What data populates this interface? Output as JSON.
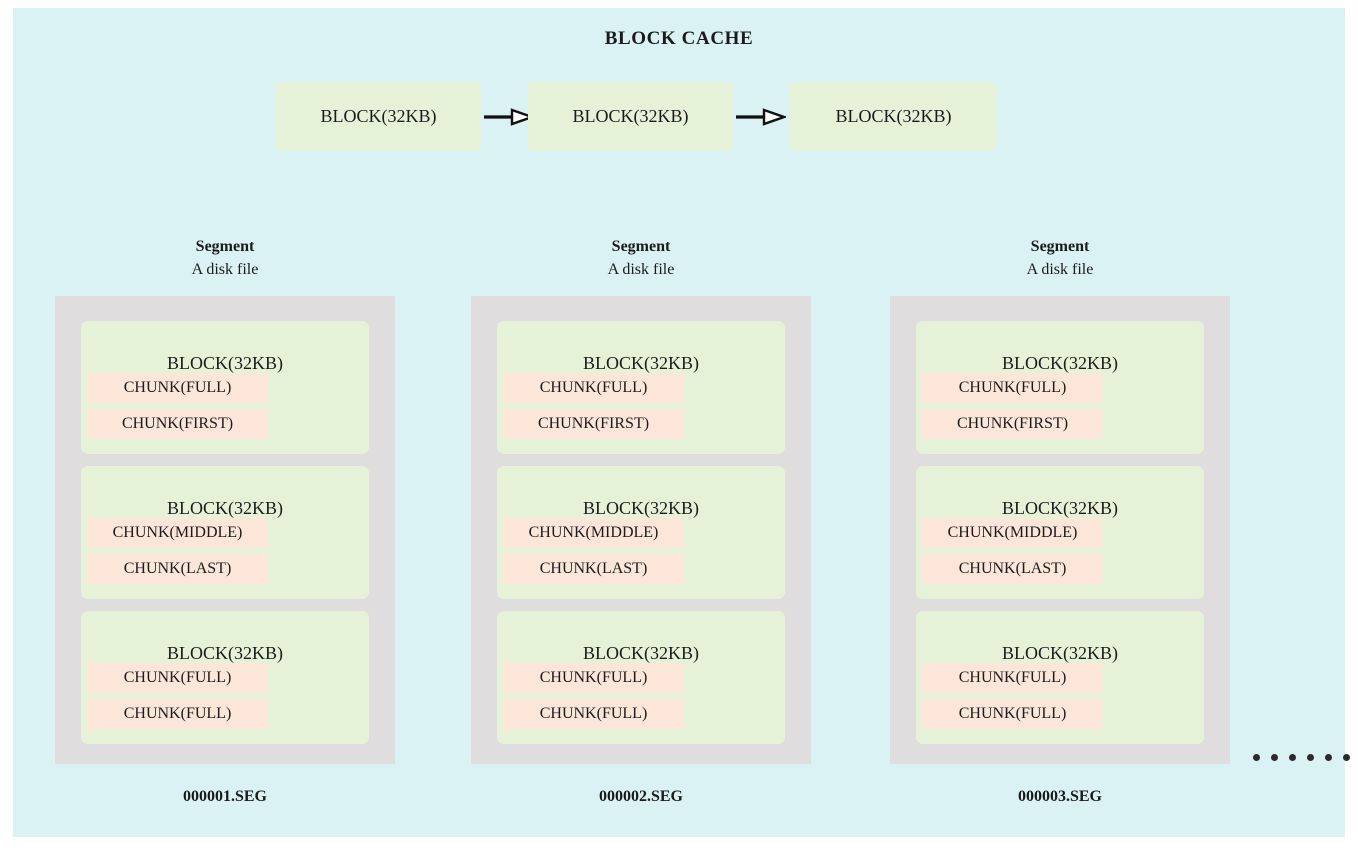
{
  "page": {
    "background_color": "#ffffff",
    "canvas_color": "#dbf2f4",
    "block_color": "#e6f2d8",
    "chunk_color": "#fbe6d9",
    "segment_container_color": "#dfdddd",
    "text_color": "#1b1b1b"
  },
  "cache": {
    "title": "BLOCK CACHE",
    "blocks": [
      {
        "label": "BLOCK(32KB)"
      },
      {
        "label": "BLOCK(32KB)"
      },
      {
        "label": "BLOCK(32KB)"
      }
    ],
    "arrows": [
      {
        "name": "arrow-right-icon"
      },
      {
        "name": "arrow-right-icon"
      }
    ]
  },
  "segments": [
    {
      "title": "Segment",
      "subtitle": "A disk file",
      "file_name": "000001.SEG",
      "blocks": [
        {
          "label": "BLOCK(32KB)",
          "chunks": [
            "CHUNK(FULL)",
            "CHUNK(FIRST)"
          ]
        },
        {
          "label": "BLOCK(32KB)",
          "chunks": [
            "CHUNK(MIDDLE)",
            "CHUNK(LAST)"
          ]
        },
        {
          "label": "BLOCK(32KB)",
          "chunks": [
            "CHUNK(FULL)",
            "CHUNK(FULL)"
          ]
        }
      ]
    },
    {
      "title": "Segment",
      "subtitle": "A disk file",
      "file_name": "000002.SEG",
      "blocks": [
        {
          "label": "BLOCK(32KB)",
          "chunks": [
            "CHUNK(FULL)",
            "CHUNK(FIRST)"
          ]
        },
        {
          "label": "BLOCK(32KB)",
          "chunks": [
            "CHUNK(MIDDLE)",
            "CHUNK(LAST)"
          ]
        },
        {
          "label": "BLOCK(32KB)",
          "chunks": [
            "CHUNK(FULL)",
            "CHUNK(FULL)"
          ]
        }
      ]
    },
    {
      "title": "Segment",
      "subtitle": "A disk file",
      "file_name": "000003.SEG",
      "blocks": [
        {
          "label": "BLOCK(32KB)",
          "chunks": [
            "CHUNK(FULL)",
            "CHUNK(FIRST)"
          ]
        },
        {
          "label": "BLOCK(32KB)",
          "chunks": [
            "CHUNK(MIDDLE)",
            "CHUNK(LAST)"
          ]
        },
        {
          "label": "BLOCK(32KB)",
          "chunks": [
            "CHUNK(FULL)",
            "CHUNK(FULL)"
          ]
        }
      ]
    }
  ],
  "continuation": {
    "name": "ellipsis",
    "dot_count": 6
  }
}
